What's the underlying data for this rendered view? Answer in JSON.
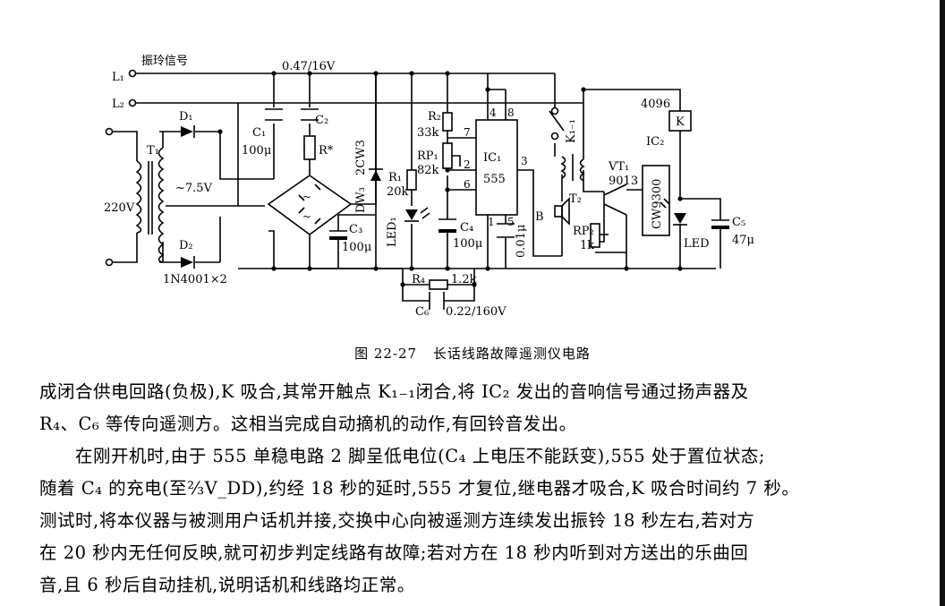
{
  "figure": {
    "labels": {
      "ring_signal": "振玲信号",
      "l1": "L₁",
      "l2": "L₂",
      "c1_label": "0.47/16V",
      "c1_name": "C₁",
      "c1_val": "100μ",
      "c2": "C₂",
      "r_star": "R*",
      "d1": "D₁",
      "d2": "D₂",
      "t1": "T₁",
      "v220": "220V",
      "v75": "~7.5V",
      "diode_type": "1N4001×2",
      "dw3_type": "2CW3",
      "dw3": "DW₃",
      "c3": "C₃",
      "c3_val": "100μ",
      "led1": "LED₁",
      "r1": "R₁",
      "r1_val": "20k",
      "r2": "R₂",
      "r2_val": "33k",
      "rp1": "RP₁",
      "rp1_val": "82k",
      "ic1": "IC₁",
      "ic1_type": "555",
      "pin8": "8",
      "pin4": "4",
      "pin7": "7",
      "pin2": "2",
      "pin6": "6",
      "pin3": "3",
      "pin1": "1",
      "pin5": "5",
      "c4": "C₄",
      "c4_val": "100μ",
      "c01": "0.01μ",
      "k11": "K₁₋₁",
      "t2": "T₂",
      "b": "B",
      "vt1": "VT₁",
      "vt1_type": "9013",
      "rp2": "RP₂",
      "rp2_val": "1k",
      "ic2_type": "4096",
      "ic2": "IC₂",
      "k": "K",
      "cw9300": "CW9300",
      "led": "LED",
      "c5": "C₅",
      "c5_val": "47μ",
      "r4": "R₄",
      "r4_val": "1.2k",
      "c6": "C₆",
      "c6_val": "0.22/160V"
    },
    "caption_num": "图 22-27",
    "caption_title": "长话线路故障遥测仪电路"
  },
  "text": {
    "line1": "成闭合供电回路(负极),K 吸合,其常开触点 K₁₋₁闭合,将 IC₂ 发出的音响信号通过扬声器及",
    "line2": "R₄、C₆ 等传向遥测方。这相当完成自动摘机的动作,有回铃音发出。",
    "line3": "在刚开机时,由于 555 单稳电路 2 脚呈低电位(C₄ 上电压不能跃变),555 处于置位状态;",
    "line4": "随着 C₄ 的充电(至⅔V_DD),约经 18 秒的延时,555 才复位,继电器才吸合,K 吸合时间约 7 秒。",
    "line5": "测试时,将本仪器与被测用户话机并接,交换中心向被遥测方连续发出振铃 18 秒左右,若对方",
    "line6": "在 20 秒内无任何反映,就可初步判定线路有故障;若对方在 18 秒内听到对方送出的乐曲回",
    "line7": "音,且 6 秒后自动挂机,说明话机和线路均正常。"
  }
}
